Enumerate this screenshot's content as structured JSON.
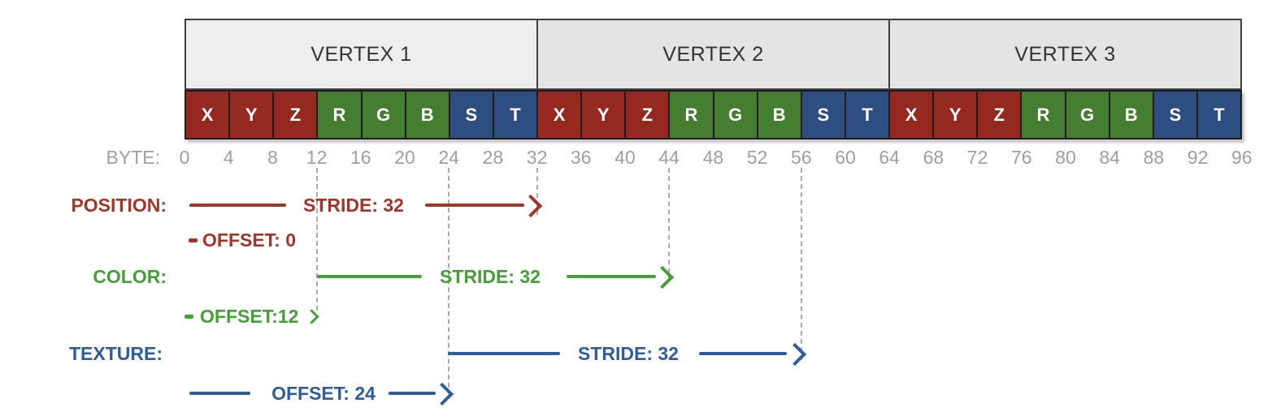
{
  "diagram": "vertex-buffer-attribute-layout",
  "grid": {
    "vertex_headers": [
      {
        "label": "VERTEX 1"
      },
      {
        "label": "VERTEX 2"
      },
      {
        "label": "VERTEX 3"
      }
    ],
    "cells": [
      {
        "label": "X",
        "type": "position"
      },
      {
        "label": "Y",
        "type": "position"
      },
      {
        "label": "Z",
        "type": "position"
      },
      {
        "label": "R",
        "type": "color"
      },
      {
        "label": "G",
        "type": "color"
      },
      {
        "label": "B",
        "type": "color"
      },
      {
        "label": "S",
        "type": "texture"
      },
      {
        "label": "T",
        "type": "texture"
      },
      {
        "label": "X",
        "type": "position"
      },
      {
        "label": "Y",
        "type": "position"
      },
      {
        "label": "Z",
        "type": "position"
      },
      {
        "label": "R",
        "type": "color"
      },
      {
        "label": "G",
        "type": "color"
      },
      {
        "label": "B",
        "type": "color"
      },
      {
        "label": "S",
        "type": "texture"
      },
      {
        "label": "T",
        "type": "texture"
      },
      {
        "label": "X",
        "type": "position"
      },
      {
        "label": "Y",
        "type": "position"
      },
      {
        "label": "Z",
        "type": "position"
      },
      {
        "label": "R",
        "type": "color"
      },
      {
        "label": "G",
        "type": "color"
      },
      {
        "label": "B",
        "type": "color"
      },
      {
        "label": "S",
        "type": "texture"
      },
      {
        "label": "T",
        "type": "texture"
      }
    ],
    "byte_axis": {
      "label": "BYTE:",
      "ticks": [
        "0",
        "4",
        "8",
        "12",
        "16",
        "20",
        "24",
        "28",
        "32",
        "36",
        "40",
        "44",
        "48",
        "52",
        "56",
        "60",
        "64",
        "68",
        "72",
        "76",
        "80",
        "84",
        "88",
        "92",
        "96"
      ]
    }
  },
  "legend_rows": {
    "position": {
      "label": "POSITION:",
      "stride_label": "STRIDE: 32",
      "offset_label": "OFFSET: 0",
      "stride": 32,
      "offset": 0
    },
    "color": {
      "label": "COLOR:",
      "stride_label": "STRIDE: 32",
      "offset_label": "OFFSET:12",
      "stride": 32,
      "offset": 12
    },
    "texture": {
      "label": "TEXTURE:",
      "stride_label": "STRIDE: 32",
      "offset_label": "OFFSET: 24",
      "stride": 32,
      "offset": 24
    }
  },
  "colors": {
    "position_cell": "#96291f",
    "color_cell": "#467e31",
    "texture_cell": "#2e4d80",
    "position_accent": "#a43329",
    "color_accent": "#44a036",
    "texture_accent": "#2e5c9e",
    "header_bg_first": "#eeeeee",
    "header_bg": "#e4e4e4",
    "header_text": "#333333",
    "grid_border": "#3f3f3f",
    "cell_border": "#1e1e1e",
    "cell_text": "#ffffff",
    "byte_text": "#9e9e9e",
    "dashed_line": "#ababab"
  }
}
